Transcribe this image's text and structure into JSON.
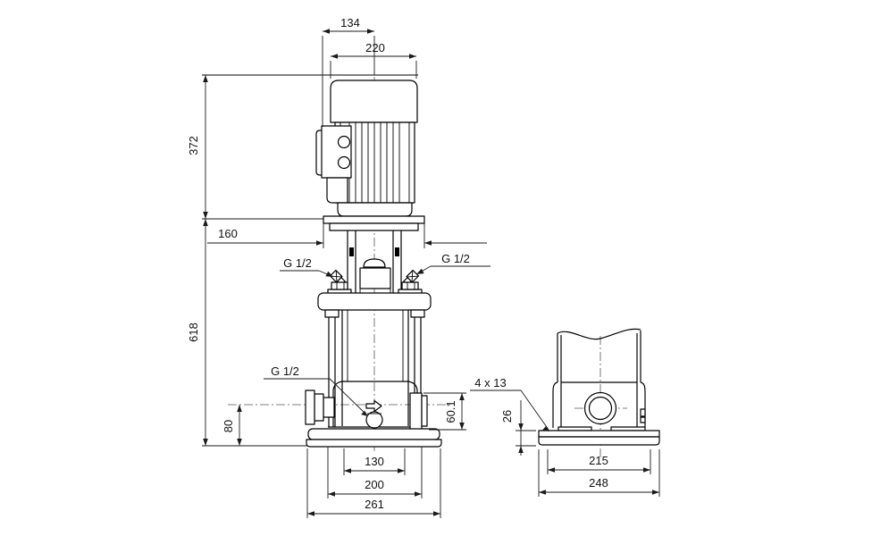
{
  "drawing": {
    "front_view_labels": {
      "top_width": "134",
      "motor_width": "220",
      "motor_height": "372",
      "flange_width": "160",
      "pump_height": "618",
      "port_center_height": "80",
      "vent_port_left": "G 1/2",
      "vent_port_right": "G 1/2",
      "drain_port": "G 1/2",
      "flange_face_height": "60.1",
      "base_width_inner": "130",
      "base_width_mid": "200",
      "base_width_outer": "261"
    },
    "side_view_labels": {
      "base_holes": "4 x 13",
      "base_plate_thickness": "26",
      "base_hole_spacing": "215",
      "base_width_outer": "248"
    },
    "colors": {
      "line": "#000000",
      "dimension": "#1a1a1a",
      "background": "#ffffff"
    }
  }
}
